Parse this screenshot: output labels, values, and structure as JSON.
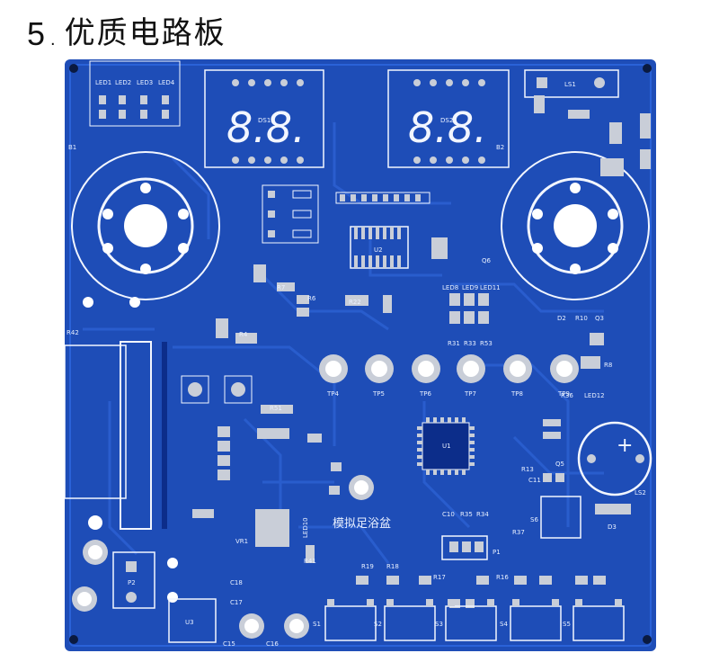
{
  "heading": {
    "number": "5",
    "separator": ".",
    "title": "优质电路板"
  },
  "board": {
    "colors": {
      "board": "#1e4db7",
      "trace": "#2b5fd0",
      "silk": "#f2f6ff",
      "pad": "#c9ced8",
      "dark": "#2a2a2a"
    },
    "text_label": "模拟足浴盆",
    "displays": [
      "DS1",
      "DS2"
    ],
    "test_points": [
      "TP4",
      "TP5",
      "TP6",
      "TP7",
      "TP8",
      "TP9"
    ],
    "switches": [
      "S1",
      "S2",
      "S3",
      "S4",
      "S5"
    ],
    "leds_top": [
      "LED1",
      "LED2",
      "LED3",
      "LED4"
    ],
    "leds_mid": [
      "LED8",
      "LED9",
      "LED11"
    ],
    "labels": {
      "b1": "B1",
      "b2": "B2",
      "ls1": "LS1",
      "ls2": "LS2",
      "r42": "R42",
      "p1": "P1",
      "p2": "P2",
      "u1": "U1",
      "u2": "U2",
      "u3": "U3",
      "vr1": "VR1",
      "led10": "LED10",
      "led12": "LED12",
      "r36": "R36",
      "r37": "R37",
      "r8": "R8",
      "r10": "R10",
      "q3": "Q3",
      "d2": "D2",
      "d3": "D3",
      "s6": "S6",
      "c10": "C10",
      "r35": "R35",
      "r34": "R34",
      "r19": "R19",
      "r18": "R18",
      "r17": "R17",
      "r16": "R16",
      "c15": "C15",
      "c16": "C16",
      "c17": "C17",
      "c18": "C18",
      "r13": "R13",
      "q5": "Q5",
      "c11": "C11",
      "r31": "R31",
      "r33": "R33",
      "r53": "R53",
      "r4": "R4",
      "r6": "R6",
      "r7": "R7",
      "r22": "R22",
      "q6": "Q6",
      "r41": "R41",
      "r51": "R51"
    }
  }
}
